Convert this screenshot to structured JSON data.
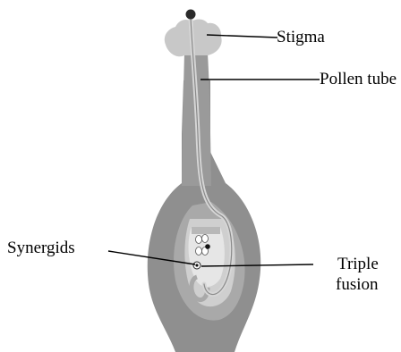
{
  "labels": {
    "stigma": "Stigma",
    "pollen_tube": "Pollen tube",
    "synergids": "Synergids",
    "triple_fusion_line1": "Triple",
    "triple_fusion_line2": "fusion"
  },
  "colors": {
    "outer_tissue": "#8f8f8f",
    "mid_tissue": "#a9a9a9",
    "light_tissue": "#cfcfcf",
    "embryo_sac": "#e4e4e4",
    "pollen_grain": "#2a2a2a",
    "leader_line": "#000000"
  }
}
